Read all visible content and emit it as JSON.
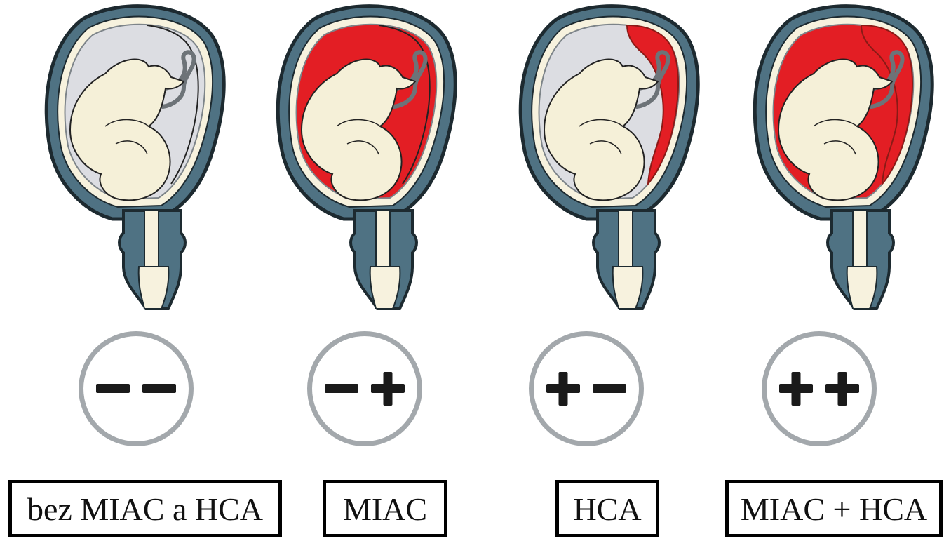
{
  "colors": {
    "inflammation": "#e31e24",
    "uterus_wall": "#4f7283",
    "uterus_outline": "#1d2a30",
    "fetus": "#f5f0d8",
    "cervix": "#f7f2de",
    "clear_fluid": "#dcdde2",
    "circle_stroke": "#a3a8ac",
    "sign": "#1a1a1a"
  },
  "panels": [
    {
      "signs": [
        "minus",
        "minus"
      ],
      "amniotic_fluid_inflamed": false,
      "placenta_inflamed": false,
      "label": "bez MIAC a HCA"
    },
    {
      "signs": [
        "minus",
        "plus"
      ],
      "amniotic_fluid_inflamed": true,
      "placenta_inflamed": false,
      "label": "MIAC"
    },
    {
      "signs": [
        "plus",
        "minus"
      ],
      "amniotic_fluid_inflamed": false,
      "placenta_inflamed": true,
      "label": "HCA"
    },
    {
      "signs": [
        "plus",
        "plus"
      ],
      "amniotic_fluid_inflamed": true,
      "placenta_inflamed": true,
      "label": "MIAC + HCA"
    }
  ]
}
